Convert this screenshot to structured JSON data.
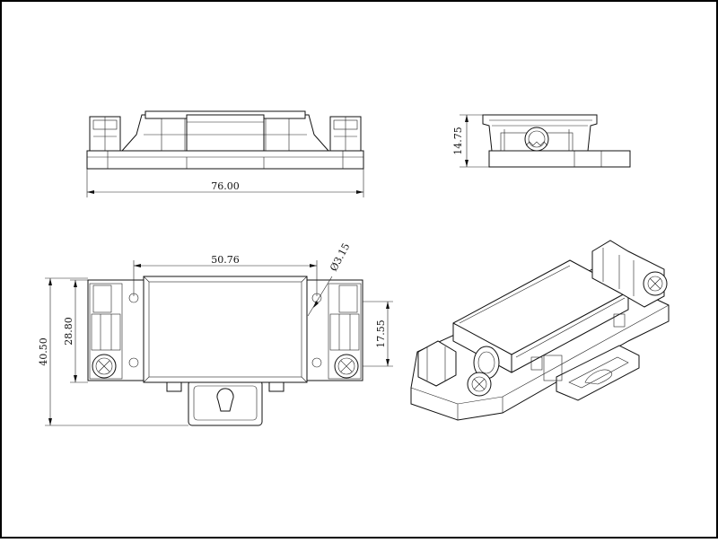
{
  "drawing": {
    "front_view": {
      "width_label": "76.00"
    },
    "side_view": {
      "height_label": "14.75"
    },
    "top_view": {
      "hole_spacing_label": "50.76",
      "hole_diameter_label": "Ø3.15",
      "overall_height_label": "40.50",
      "body_height_label": "28.80",
      "terminal_height_label": "17.55"
    }
  },
  "colors": {
    "line": "#111111",
    "background": "#ffffff",
    "frame": "#000000"
  }
}
